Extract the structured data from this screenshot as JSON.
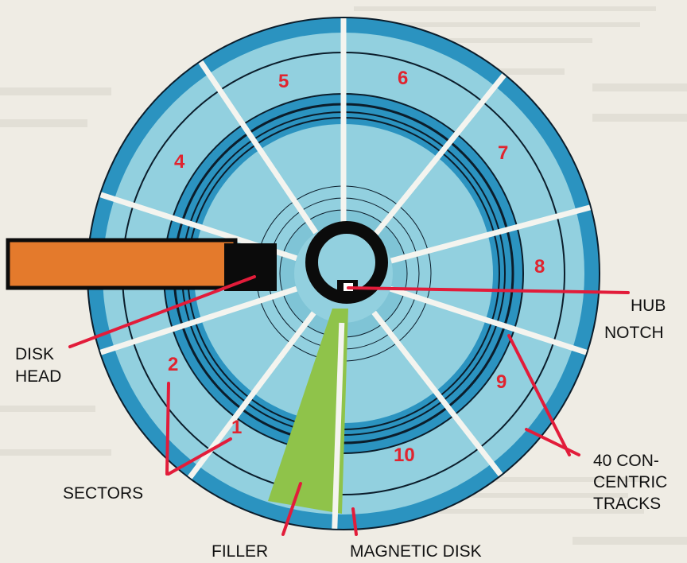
{
  "colors": {
    "page_background": "#efece4",
    "disk_outer": "#2b93c0",
    "disk_light": "#92d0df",
    "track_line": "#0b1d2b",
    "divider": "#f4f4ef",
    "filler": "#8fc34a",
    "hub": "#0b0b0b",
    "head_body": "#e47a2c",
    "sector_number": "#e0242f",
    "leader_line": "#e21c3a"
  },
  "icons": {
    "disk": "magnetic-disk-diagram",
    "hub": "hub-ring-icon",
    "head": "disk-head-block"
  },
  "diagram": {
    "sector_numbers": [
      "1",
      "2",
      "4",
      "5",
      "6",
      "7",
      "8",
      "9",
      "10"
    ],
    "labels": {
      "hub": "HUB",
      "notch": "NOTCH",
      "disk_head": [
        "DISK",
        "HEAD"
      ],
      "tracks": [
        "40 CON-",
        "CENTRIC",
        "TRACKS"
      ],
      "sectors": "SECTORS",
      "filler": "FILLER",
      "magnetic_disk": "MAGNETIC DISK"
    }
  }
}
